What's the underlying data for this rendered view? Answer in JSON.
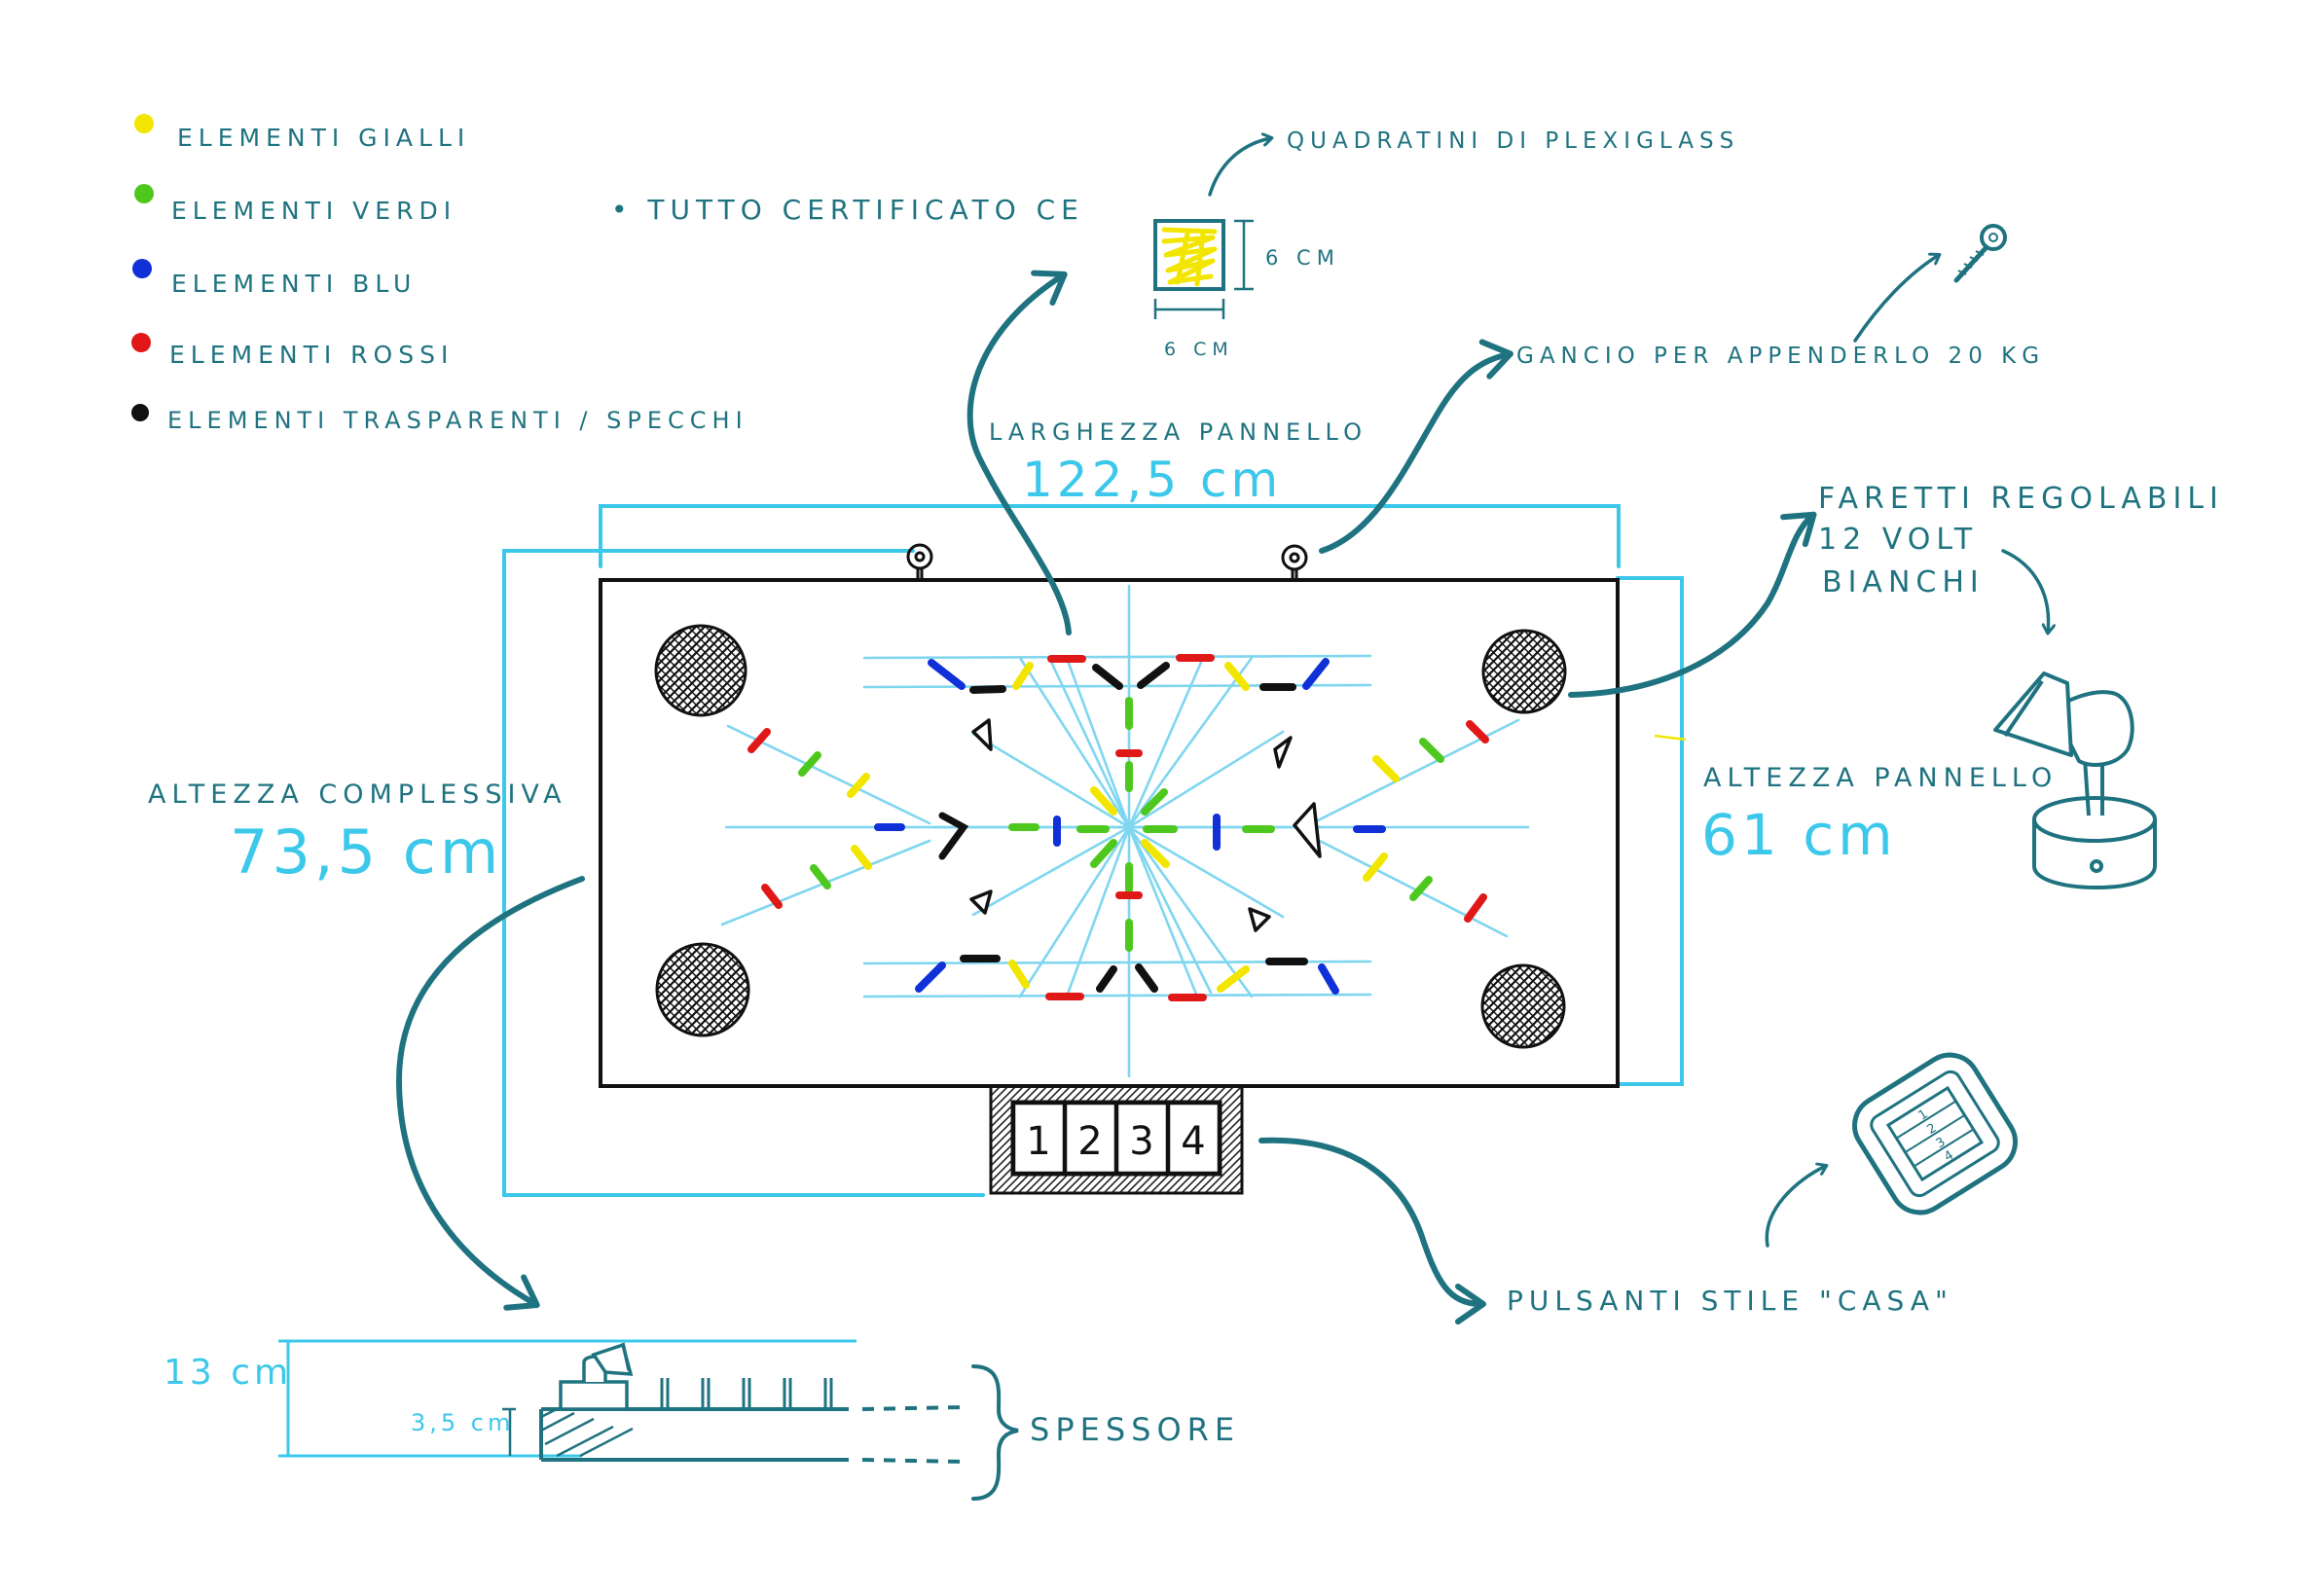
{
  "colors": {
    "ink": "#1f7380",
    "cyan": "#3cc8ea",
    "yellow": "#f2e600",
    "green": "#4ec81e",
    "blue": "#1030d8",
    "red": "#e01818",
    "black": "#111111"
  },
  "legend": {
    "items": [
      {
        "label": "Elementi gialli",
        "color": "#f2e600"
      },
      {
        "label": "Elementi verdi",
        "color": "#4ec81e"
      },
      {
        "label": "Elementi blu",
        "color": "#1030d8"
      },
      {
        "label": "Elementi rossi",
        "color": "#e01818"
      },
      {
        "label": "Elementi trasparenti / specchi",
        "color": "#111111"
      }
    ]
  },
  "certification": "• Tutto certificato CE",
  "plexiglass": {
    "label": "Quadratini di plexiglass",
    "height": "6 cm",
    "width": "6 cm"
  },
  "hook": {
    "label": "Gancio per appenderlo 20 kg"
  },
  "panel_width": {
    "label": "Larghezza pannello",
    "value": "122,5 cm"
  },
  "spotlights": {
    "lines": [
      "Faretti regolabili",
      "12 volt",
      "bianchi"
    ]
  },
  "total_height": {
    "label": "Altezza complessiva",
    "value": "73,5 cm"
  },
  "panel_height": {
    "label": "Altezza pannello",
    "value": "61 cm"
  },
  "buttons": {
    "numbers": [
      "1",
      "2",
      "3",
      "4"
    ],
    "label": "Pulsanti stile \"casa\""
  },
  "remote": {
    "numbers": [
      "1",
      "2",
      "3",
      "4"
    ]
  },
  "thickness": {
    "total": "13 cm",
    "base": "3,5 cm",
    "label": "Spessore"
  }
}
